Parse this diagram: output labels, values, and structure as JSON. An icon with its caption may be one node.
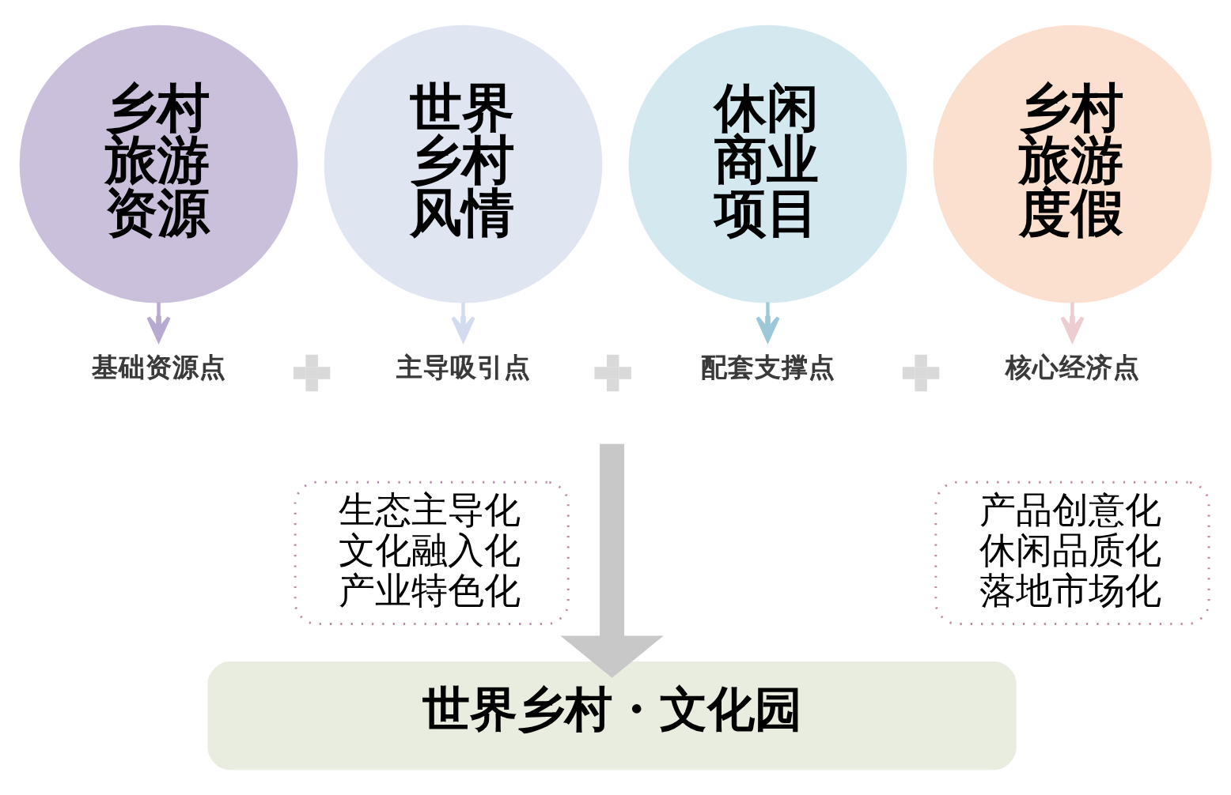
{
  "diagram": {
    "nodes": [
      {
        "text": [
          "乡村旅游资源"
        ]
      },
      {
        "text": [
          "世界乡村风情"
        ]
      },
      {
        "text": [
          "休闲商业项目"
        ]
      },
      {
        "text": [
          "乡村旅游度假"
        ]
      },
      {
        "text": [
          "基础资源点"
        ]
      },
      {
        "text": [
          "主导吸引点"
        ]
      },
      {
        "text": [
          "配套支撑点"
        ]
      },
      {
        "text": [
          "核心经济点"
        ]
      },
      {
        "text": [
          "生态主导化",
          "文化融入化",
          "产业特色化"
        ]
      },
      {
        "text": [
          "产品创意化",
          "休闲品质化",
          "落地市场化"
        ]
      },
      {
        "text": [
          "世界乡村・文化园"
        ]
      }
    ],
    "edges": [
      {
        "from": 0,
        "to": 4,
        "arrow": "to",
        "color": "#b8a9d0"
      },
      {
        "from": 1,
        "to": 5,
        "arrow": "to",
        "color": "#d3dcee"
      },
      {
        "from": 2,
        "to": 6,
        "arrow": "to",
        "color": "#9cc8d8"
      },
      {
        "from": 3,
        "to": 7,
        "arrow": "to",
        "color": "#eccdd0"
      },
      {
        "from": null,
        "to": 10,
        "arrow": "to",
        "style": "thick",
        "color": "#c8c8c8"
      }
    ]
  }
}
